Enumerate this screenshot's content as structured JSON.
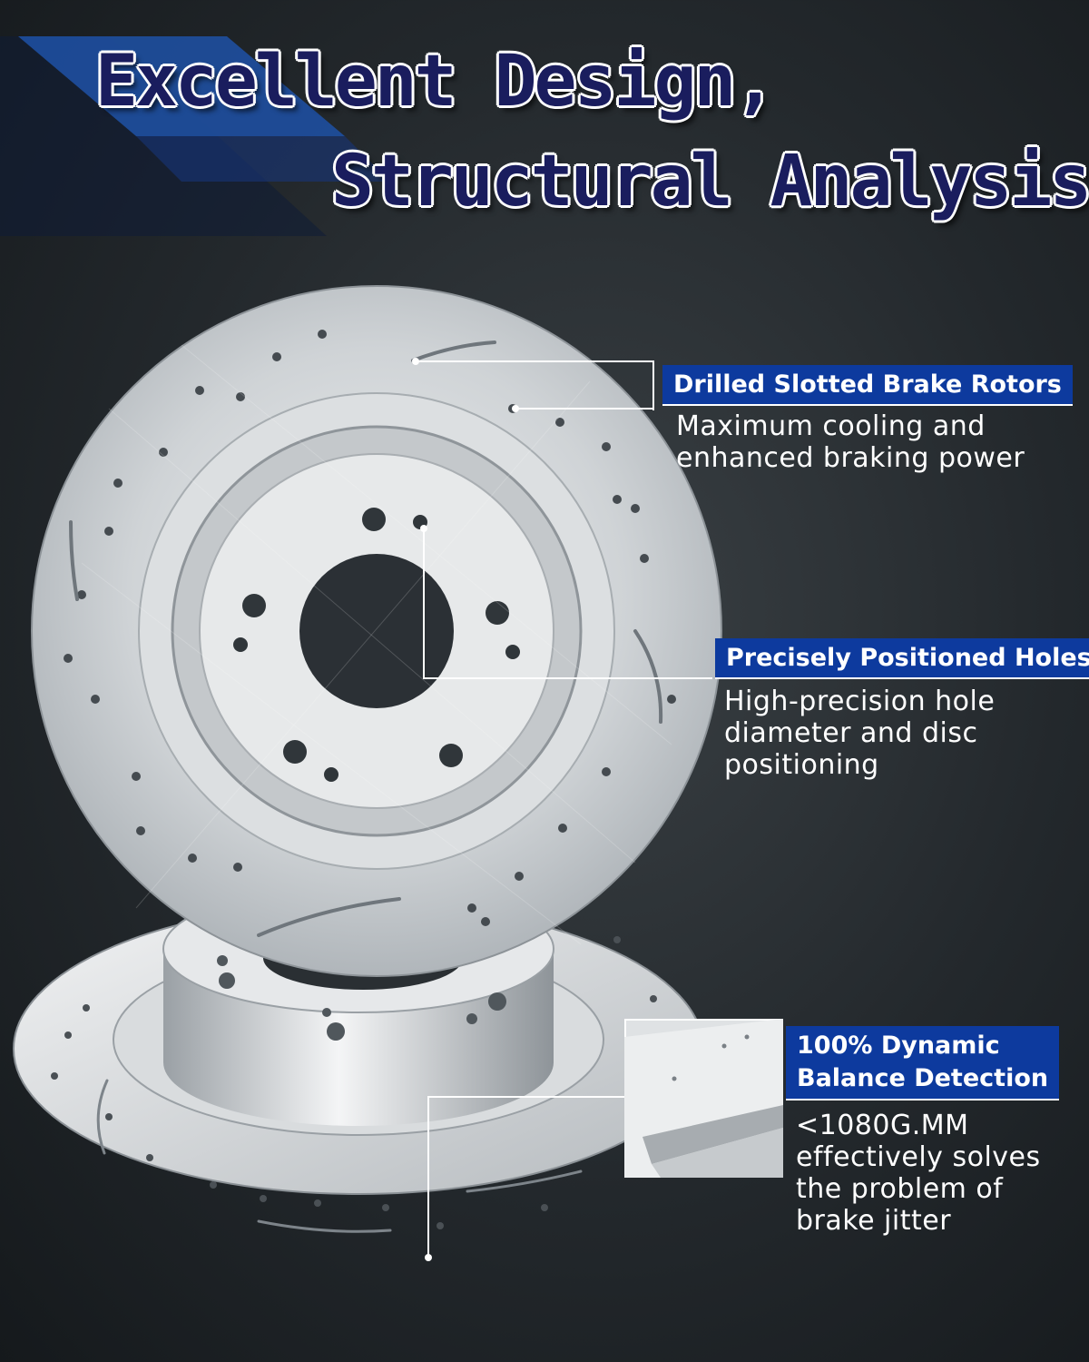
{
  "headline": {
    "line1": "Excellent Design,",
    "line2": "Structural Analysis"
  },
  "features": [
    {
      "title": "Drilled Slotted Brake Rotors",
      "description_lines": [
        "Maximum cooling and",
        "enhanced braking power"
      ]
    },
    {
      "title": "Precisely Positioned Holes",
      "description_lines": [
        "High-precision hole",
        "diameter and disc",
        "positioning"
      ]
    },
    {
      "title_lines": [
        "100% Dynamic",
        "Balance Detection"
      ],
      "description_lines": [
        "<1080G.MM",
        "effectively solves",
        "the problem of",
        "brake jitter"
      ]
    }
  ],
  "colors": {
    "background": "#23282c",
    "accent_blue": "#0d3a9e",
    "headline_dark": "#1a1d5e",
    "headline_cyan": "#1aa6c9",
    "stripe_blue": "#1e4fa0"
  },
  "icons": [
    "brake-rotor-image",
    "balance-detection-inset-image"
  ]
}
